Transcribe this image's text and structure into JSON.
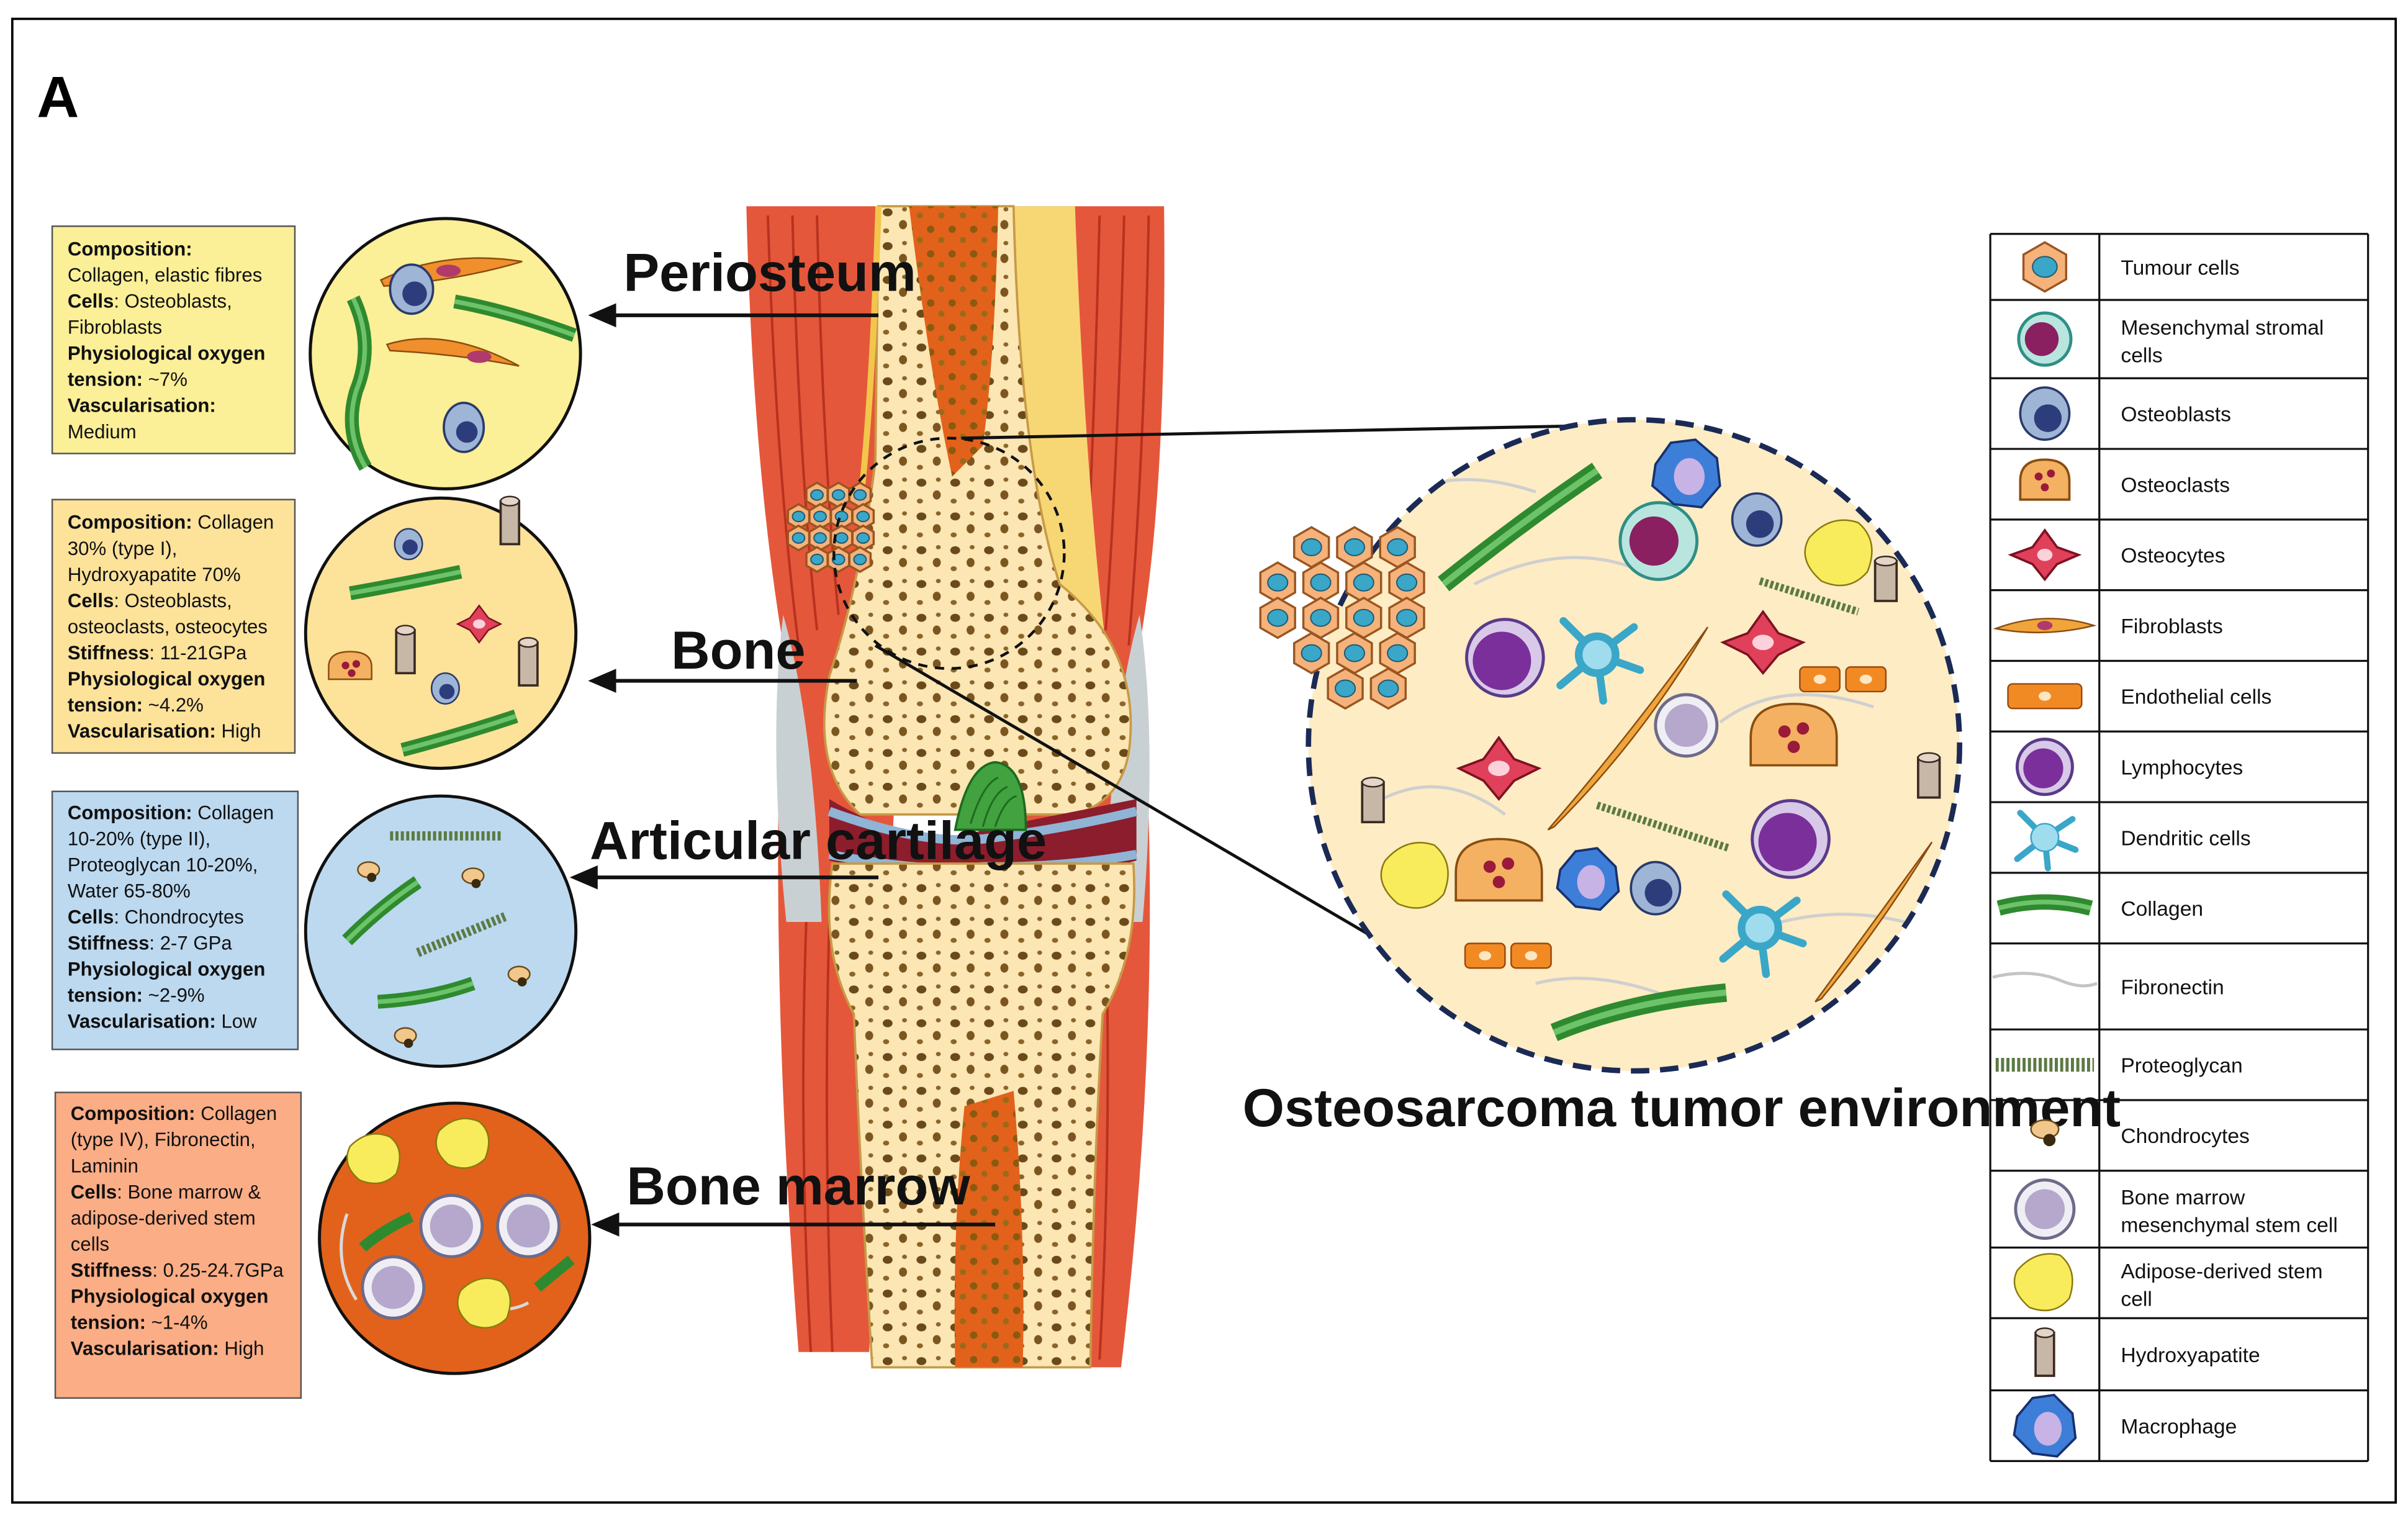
{
  "panel_label": "A",
  "periosteum": {
    "label": "Periosteum",
    "lines": [
      [
        {
          "b": "Composition:"
        }
      ],
      [
        {
          "t": "Collagen, elastic fibres"
        }
      ],
      [
        {
          "b": "Cells"
        },
        {
          "t": ": Osteoblasts,"
        }
      ],
      [
        {
          "t": "Fibroblasts"
        }
      ],
      [
        {
          "b": "Physiological oxygen"
        }
      ],
      [
        {
          "b": "tension:"
        },
        {
          "t": " ~7%"
        }
      ],
      [
        {
          "b": "Vascularisation:"
        }
      ],
      [
        {
          "t": "Medium"
        }
      ]
    ]
  },
  "bone": {
    "label": "Bone",
    "lines": [
      [
        {
          "b": "Composition:"
        },
        {
          "t": "  Collagen"
        }
      ],
      [
        {
          "t": "30% (type I),"
        }
      ],
      [
        {
          "t": "Hydroxyapatite 70%"
        }
      ],
      [
        {
          "b": "Cells"
        },
        {
          "t": ": Osteoblasts,"
        }
      ],
      [
        {
          "t": "osteoclasts, osteocytes"
        }
      ],
      [
        {
          "b": "Stiffness"
        },
        {
          "t": ": 11-21GPa"
        }
      ],
      [
        {
          "b": "Physiological oxygen"
        }
      ],
      [
        {
          "b": "tension:"
        },
        {
          "t": " ~4.2%"
        }
      ],
      [
        {
          "b": "Vascularisation:"
        },
        {
          "t": "  High"
        }
      ]
    ]
  },
  "cartilage": {
    "label": "Articular cartilage",
    "lines": [
      [
        {
          "b": "Composition:"
        },
        {
          "t": "  Collagen"
        }
      ],
      [
        {
          "t": "10-20% (type II),"
        }
      ],
      [
        {
          "t": "Proteoglycan 10-20%,"
        }
      ],
      [
        {
          "t": "Water 65-80%"
        }
      ],
      [
        {
          "b": "Cells"
        },
        {
          "t": ": Chondrocytes"
        }
      ],
      [
        {
          "b": "Stiffness"
        },
        {
          "t": ": 2-7 GPa"
        }
      ],
      [
        {
          "b": "Physiological oxygen"
        }
      ],
      [
        {
          "b": "tension:"
        },
        {
          "t": " ~2-9%"
        }
      ],
      [
        {
          "b": "Vascularisation:"
        },
        {
          "t": "  Low"
        }
      ]
    ]
  },
  "marrow": {
    "label": "Bone marrow",
    "lines": [
      [
        {
          "b": "Composition:"
        },
        {
          "t": "  Collagen"
        }
      ],
      [
        {
          "t": "(type IV), Fibronectin,"
        }
      ],
      [
        {
          "t": "Laminin"
        }
      ],
      [
        {
          "b": "Cells"
        },
        {
          "t": ": Bone marrow &"
        }
      ],
      [
        {
          "t": "adipose-derived stem"
        }
      ],
      [
        {
          "t": "cells"
        }
      ],
      [
        {
          "b": "Stiffness"
        },
        {
          "t": ": 0.25-24.7GPa"
        }
      ],
      [
        {
          "b": "Physiological oxygen"
        }
      ],
      [
        {
          "b": "tension:"
        },
        {
          "t": " ~1-4%"
        }
      ],
      [
        {
          "b": "Vascularisation:"
        },
        {
          "t": "  High"
        }
      ]
    ]
  },
  "tumor_caption": "Osteosarcoma tumor environment",
  "legend": [
    {
      "icon": "tumour-cell",
      "lines": [
        "Tumour cells"
      ]
    },
    {
      "icon": "mesenchymal-stromal-cell",
      "lines": [
        "Mesenchymal stromal",
        "cells"
      ]
    },
    {
      "icon": "osteoblast",
      "lines": [
        "Osteoblasts"
      ]
    },
    {
      "icon": "osteoclast",
      "lines": [
        "Osteoclasts"
      ]
    },
    {
      "icon": "osteocyte",
      "lines": [
        "Osteocytes"
      ]
    },
    {
      "icon": "fibroblast",
      "lines": [
        "Fibroblasts"
      ]
    },
    {
      "icon": "endothelial-cell",
      "lines": [
        "Endothelial cells"
      ]
    },
    {
      "icon": "lymphocyte",
      "lines": [
        "Lymphocytes"
      ]
    },
    {
      "icon": "dendritic-cell",
      "lines": [
        "Dendritic cells"
      ]
    },
    {
      "icon": "collagen",
      "lines": [
        "Collagen"
      ]
    },
    {
      "icon": "fibronectin",
      "lines": [
        "Fibronectin"
      ]
    },
    {
      "icon": "proteoglycan",
      "lines": [
        "Proteoglycan"
      ]
    },
    {
      "icon": "chondrocyte",
      "lines": [
        "Chondrocytes"
      ]
    },
    {
      "icon": "bm-stem-cell",
      "lines": [
        "Bone marrow",
        "mesenchymal stem cell"
      ]
    },
    {
      "icon": "adipose-stem-cell",
      "lines": [
        "Adipose-derived stem",
        "cell"
      ]
    },
    {
      "icon": "hydroxyapatite",
      "lines": [
        "Hydroxyapatite"
      ]
    },
    {
      "icon": "macrophage",
      "lines": [
        "Macrophage"
      ]
    }
  ],
  "colors": {
    "periosteum_box": "#fbef97",
    "bone_box": "#fde29a",
    "cartilage_box": "#bcd9f0",
    "marrow_box": "#fbad86",
    "bone": "#fbe6b4",
    "muscle": "#e5573b",
    "marrow": "#e2621b",
    "tumor_dash": "#1b2a55"
  }
}
